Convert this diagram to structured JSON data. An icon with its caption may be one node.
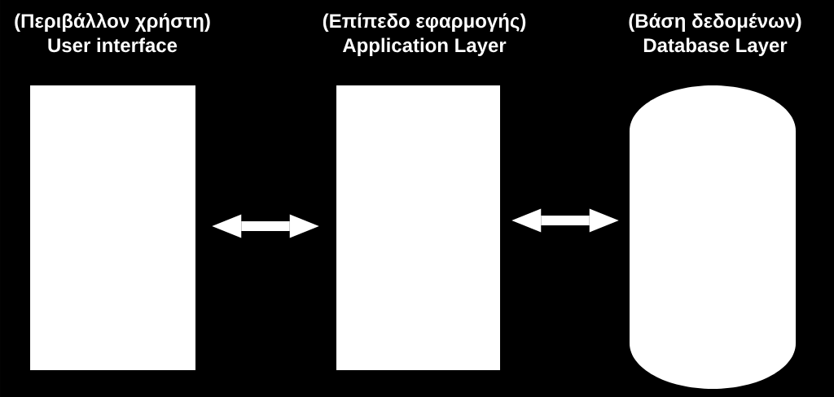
{
  "diagram": {
    "nodes": [
      {
        "text": [
          "(Περιβάλλον χρήστη)",
          "User interface"
        ]
      },
      {
        "text": [
          "(Επίπεδο εφαρμογής)",
          "Application Layer"
        ]
      },
      {
        "text": [
          "(Βάση δεδομένων)",
          "Database Layer"
        ]
      }
    ],
    "edges": [
      {
        "from": 0,
        "to": 1,
        "arrow": "both"
      },
      {
        "from": 1,
        "to": 2,
        "arrow": "both"
      }
    ]
  }
}
